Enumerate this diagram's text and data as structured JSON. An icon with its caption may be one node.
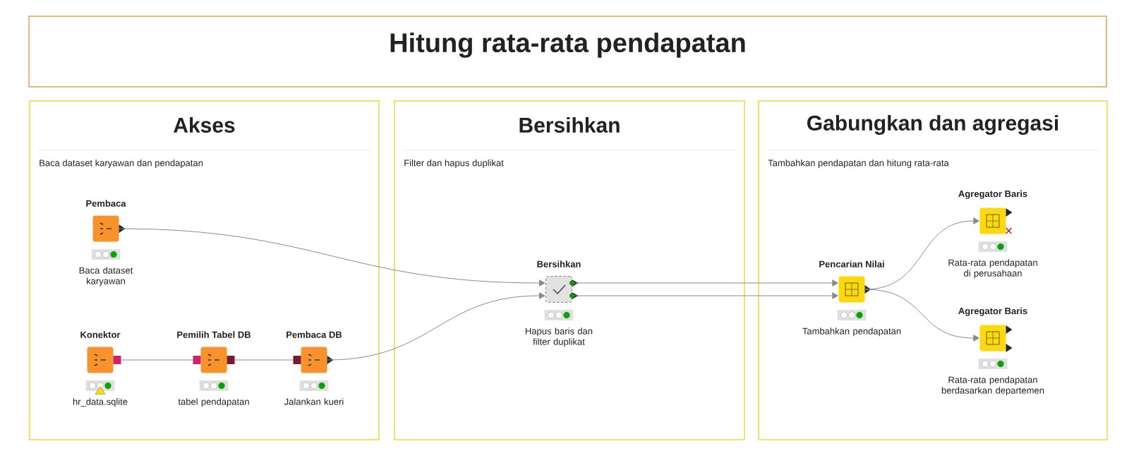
{
  "diagram": {
    "title": "Hitung rata-rata pendapatan",
    "nodes": [
      {
        "text": [
          "Akses",
          "Baca dataset karyawan dan pendapatan"
        ]
      },
      {
        "text": [
          "Bersihkan",
          "Filter dan hapus duplikat"
        ]
      },
      {
        "text": [
          "Gabungkan dan agregasi",
          "Tambahkan pendapatan dan hitung rata-rata"
        ]
      },
      {
        "text": [
          "Pembaca"
        ],
        "beside": [
          "Baca dataset karyawan"
        ],
        "in": 0
      },
      {
        "text": [
          "Konektor"
        ],
        "beside": [
          "hr_data.sqlite"
        ],
        "in": 0
      },
      {
        "text": [
          "Pemilih Tabel DB"
        ],
        "beside": [
          "tabel pendapatan"
        ],
        "in": 0
      },
      {
        "text": [
          "Pembaca DB"
        ],
        "beside": [
          "Jalankan kueri"
        ],
        "in": 0
      },
      {
        "text": [
          "Bersihkan"
        ],
        "beside": [
          "Hapus baris dan filter duplikat"
        ],
        "in": 1
      },
      {
        "text": [
          "Pencarian Nilai"
        ],
        "beside": [
          "Tambahkan pendapatan"
        ],
        "in": 2
      },
      {
        "text": [
          "Agregator Baris"
        ],
        "beside": [
          "Rata-rata pendapatan di perusahaan"
        ],
        "in": 2
      },
      {
        "text": [
          "Agregator Baris"
        ],
        "beside": [
          "Rata-rata pendapatan berdasarkan departemen"
        ],
        "in": 2
      }
    ],
    "edges": [
      {
        "from": 3,
        "to": 7,
        "arrow": "to"
      },
      {
        "from": 4,
        "to": 5,
        "arrow": "none"
      },
      {
        "from": 5,
        "to": 6,
        "arrow": "none"
      },
      {
        "from": 6,
        "to": 7,
        "arrow": "to"
      },
      {
        "from": 7,
        "to": 8,
        "arrow": "to"
      },
      {
        "from": 7,
        "to": 8,
        "arrow": "to"
      },
      {
        "from": 8,
        "to": 9,
        "arrow": "to"
      },
      {
        "from": 8,
        "to": 10,
        "arrow": "to"
      }
    ]
  }
}
